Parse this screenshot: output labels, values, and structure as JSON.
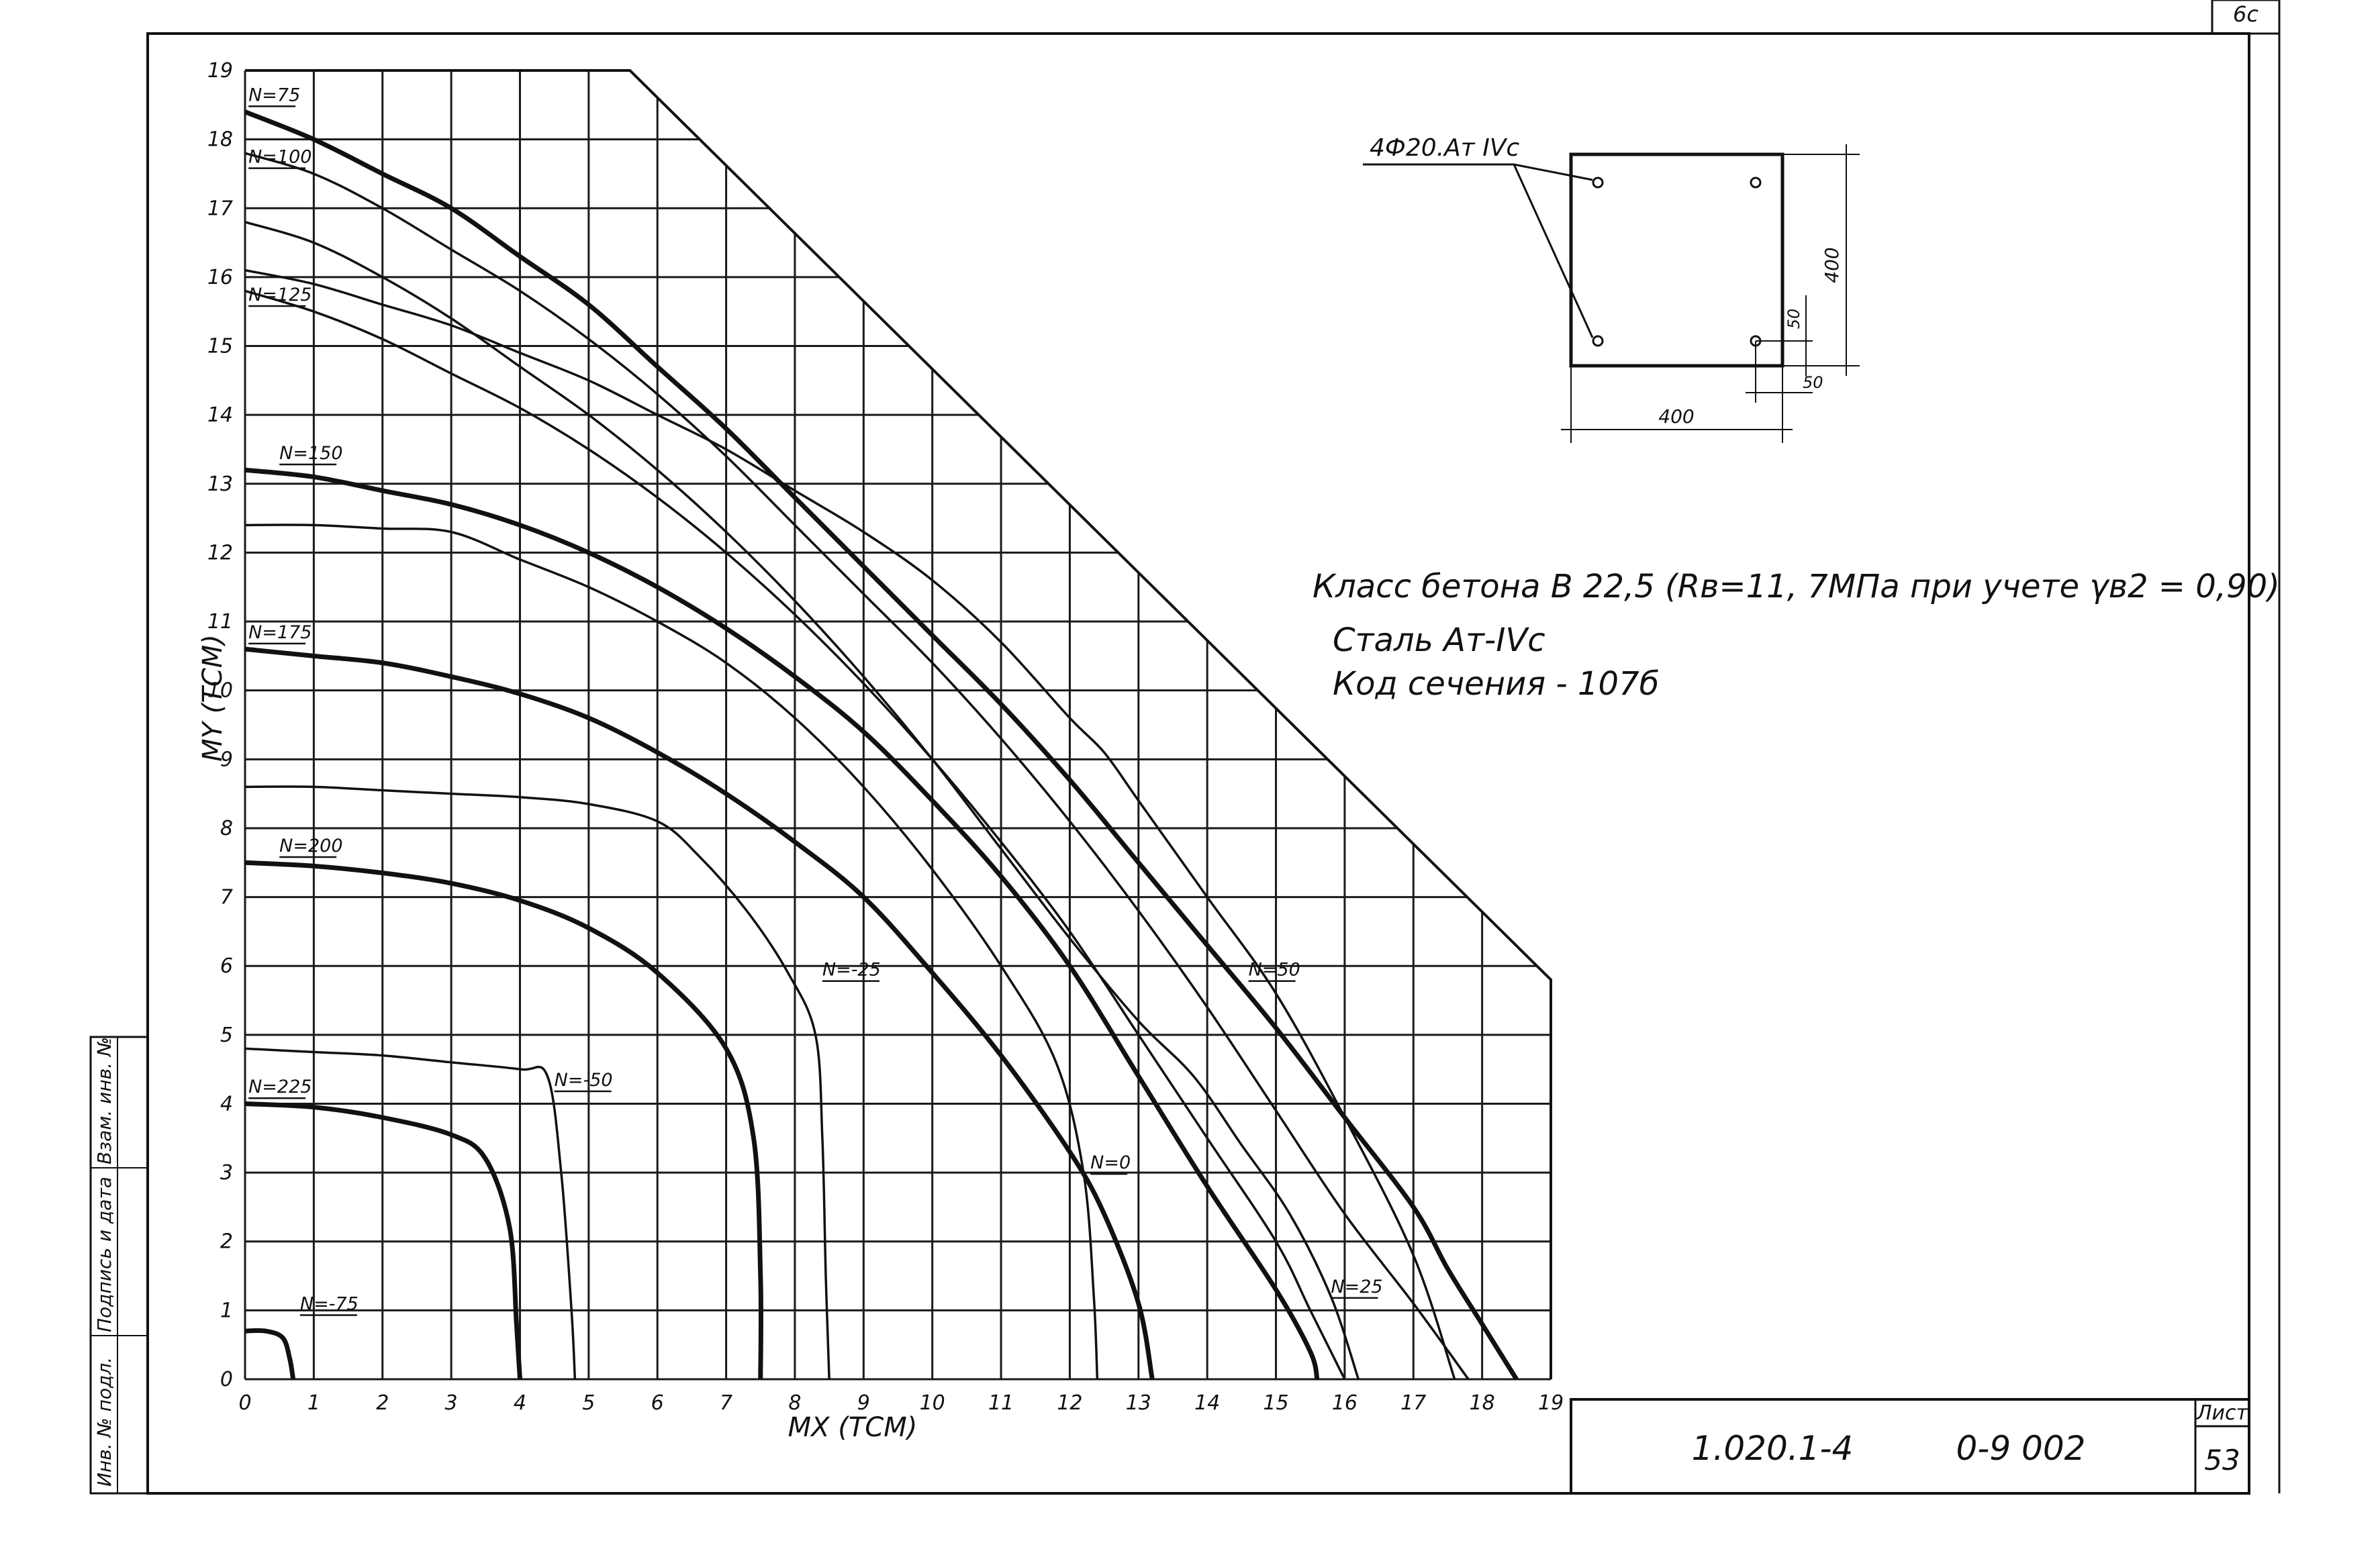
{
  "chart_data": {
    "type": "line",
    "title": "",
    "xlabel": "MX (TCM)",
    "ylabel": "MY (TCM)",
    "xlim": [
      0,
      19
    ],
    "ylim": [
      0,
      19
    ],
    "grid": true,
    "x_ticks": [
      "0",
      "1",
      "2",
      "3",
      "4",
      "5",
      "6",
      "7",
      "8",
      "9",
      "10",
      "11",
      "12",
      "13",
      "14",
      "15",
      "16",
      "17",
      "18",
      "19"
    ],
    "y_ticks": [
      "0",
      "1",
      "2",
      "3",
      "4",
      "5",
      "6",
      "7",
      "8",
      "9",
      "10",
      "11",
      "12",
      "13",
      "14",
      "15",
      "16",
      "17",
      "18",
      "19"
    ],
    "envelope": [
      [
        0,
        19
      ],
      [
        5.6,
        19
      ],
      [
        19,
        5.8
      ],
      [
        19,
        0
      ]
    ],
    "series": [
      {
        "name": "N=75",
        "weight": "thick",
        "points": [
          [
            0,
            18.4
          ],
          [
            1,
            18.0
          ],
          [
            2,
            17.5
          ],
          [
            3,
            17.0
          ],
          [
            4,
            16.3
          ],
          [
            5,
            15.6
          ],
          [
            6,
            14.7
          ],
          [
            7,
            13.8
          ],
          [
            8,
            12.8
          ],
          [
            9,
            11.8
          ],
          [
            10,
            10.8
          ],
          [
            11,
            9.8
          ],
          [
            12,
            8.7
          ],
          [
            13,
            7.5
          ],
          [
            14,
            6.3
          ],
          [
            15,
            5.1
          ],
          [
            16,
            3.8
          ],
          [
            17,
            2.5
          ],
          [
            17.5,
            1.6
          ],
          [
            18,
            0.8
          ],
          [
            18.5,
            0
          ]
        ]
      },
      {
        "name": "N=100",
        "weight": "thin",
        "points": [
          [
            0,
            17.8
          ],
          [
            1,
            17.5
          ],
          [
            2,
            17.0
          ],
          [
            3,
            16.4
          ],
          [
            4,
            15.8
          ],
          [
            5,
            15.1
          ],
          [
            6,
            14.3
          ],
          [
            7,
            13.4
          ],
          [
            8,
            12.4
          ],
          [
            9,
            11.4
          ],
          [
            10,
            10.4
          ],
          [
            11,
            9.3
          ],
          [
            12,
            8.1
          ],
          [
            13,
            6.8
          ],
          [
            14,
            5.4
          ],
          [
            15,
            3.9
          ],
          [
            16,
            2.4
          ],
          [
            17,
            1.1
          ],
          [
            17.8,
            0
          ]
        ]
      },
      {
        "name": "N=125",
        "weight": "thin",
        "points": [
          [
            0,
            15.8
          ],
          [
            1,
            15.5
          ],
          [
            2,
            15.1
          ],
          [
            3,
            14.6
          ],
          [
            4,
            14.1
          ],
          [
            5,
            13.5
          ],
          [
            6,
            12.8
          ],
          [
            7,
            12.0
          ],
          [
            8,
            11.1
          ],
          [
            9,
            10.1
          ],
          [
            10,
            9.0
          ],
          [
            11,
            7.8
          ],
          [
            12,
            6.5
          ],
          [
            13,
            5.0
          ],
          [
            14,
            3.5
          ],
          [
            15,
            2.0
          ],
          [
            15.5,
            1.0
          ],
          [
            16,
            0
          ]
        ]
      },
      {
        "name": "N=150",
        "weight": "thick",
        "points": [
          [
            0,
            13.2
          ],
          [
            1,
            13.1
          ],
          [
            2,
            12.9
          ],
          [
            3,
            12.7
          ],
          [
            4,
            12.4
          ],
          [
            5,
            12.0
          ],
          [
            6,
            11.5
          ],
          [
            7,
            10.9
          ],
          [
            8,
            10.2
          ],
          [
            9,
            9.4
          ],
          [
            10,
            8.4
          ],
          [
            11,
            7.3
          ],
          [
            12,
            6.0
          ],
          [
            13,
            4.4
          ],
          [
            14,
            2.8
          ],
          [
            15,
            1.3
          ],
          [
            15.5,
            0.4
          ],
          [
            15.6,
            0
          ]
        ]
      },
      {
        "name": "N=175",
        "weight": "thick",
        "points": [
          [
            0,
            10.6
          ],
          [
            1,
            10.5
          ],
          [
            2,
            10.4
          ],
          [
            3,
            10.2
          ],
          [
            4,
            9.95
          ],
          [
            5,
            9.6
          ],
          [
            6,
            9.1
          ],
          [
            7,
            8.5
          ],
          [
            8,
            7.8
          ],
          [
            9,
            7.0
          ],
          [
            10,
            5.9
          ],
          [
            11,
            4.7
          ],
          [
            12,
            3.3
          ],
          [
            12.5,
            2.4
          ],
          [
            13,
            1.1
          ],
          [
            13.2,
            0
          ]
        ]
      },
      {
        "name": "N=200",
        "weight": "thick",
        "points": [
          [
            0,
            7.5
          ],
          [
            1,
            7.45
          ],
          [
            2,
            7.35
          ],
          [
            3,
            7.2
          ],
          [
            4,
            6.95
          ],
          [
            5,
            6.55
          ],
          [
            6,
            5.9
          ],
          [
            7,
            4.8
          ],
          [
            7.4,
            3.5
          ],
          [
            7.5,
            1.5
          ],
          [
            7.5,
            0
          ]
        ]
      },
      {
        "name": "N=225",
        "weight": "thick",
        "points": [
          [
            0,
            4.0
          ],
          [
            1,
            3.95
          ],
          [
            2,
            3.8
          ],
          [
            3,
            3.55
          ],
          [
            3.5,
            3.2
          ],
          [
            3.85,
            2.2
          ],
          [
            3.95,
            0.8
          ],
          [
            4.0,
            0
          ]
        ]
      },
      {
        "name": "N=-75",
        "weight": "thick",
        "points": [
          [
            0,
            0.7
          ],
          [
            0.3,
            0.7
          ],
          [
            0.55,
            0.6
          ],
          [
            0.65,
            0.3
          ],
          [
            0.7,
            0
          ]
        ]
      },
      {
        "name": "N=-50",
        "weight": "thin",
        "points": [
          [
            0,
            4.8
          ],
          [
            1,
            4.75
          ],
          [
            2,
            4.7
          ],
          [
            3,
            4.6
          ],
          [
            4,
            4.5
          ],
          [
            4.4,
            4.4
          ],
          [
            4.6,
            3.0
          ],
          [
            4.75,
            1.0
          ],
          [
            4.8,
            0
          ]
        ]
      },
      {
        "name": "N=-25",
        "weight": "thin",
        "points": [
          [
            0,
            8.6
          ],
          [
            1,
            8.6
          ],
          [
            2,
            8.55
          ],
          [
            3,
            8.5
          ],
          [
            4,
            8.45
          ],
          [
            5,
            8.35
          ],
          [
            6,
            8.1
          ],
          [
            6.6,
            7.6
          ],
          [
            7.3,
            6.8
          ],
          [
            7.9,
            5.9
          ],
          [
            8.3,
            5.0
          ],
          [
            8.4,
            3.5
          ],
          [
            8.45,
            1.5
          ],
          [
            8.5,
            0
          ]
        ]
      },
      {
        "name": "N=0",
        "weight": "thin",
        "points": [
          [
            0,
            12.4
          ],
          [
            1,
            12.4
          ],
          [
            2,
            12.35
          ],
          [
            3,
            12.3
          ],
          [
            4,
            11.9
          ],
          [
            5,
            11.5
          ],
          [
            6,
            11.0
          ],
          [
            7,
            10.4
          ],
          [
            8,
            9.6
          ],
          [
            9,
            8.6
          ],
          [
            10,
            7.4
          ],
          [
            11,
            6.0
          ],
          [
            11.8,
            4.6
          ],
          [
            12.2,
            3.0
          ],
          [
            12.35,
            1.2
          ],
          [
            12.4,
            0
          ]
        ]
      },
      {
        "name": "N=25",
        "weight": "thin",
        "points": [
          [
            0,
            16.8
          ],
          [
            1,
            16.5
          ],
          [
            2,
            16.0
          ],
          [
            3,
            15.4
          ],
          [
            4,
            14.7
          ],
          [
            5,
            14.0
          ],
          [
            6,
            13.2
          ],
          [
            7,
            12.3
          ],
          [
            8,
            11.3
          ],
          [
            9,
            10.2
          ],
          [
            10,
            9.0
          ],
          [
            11,
            7.7
          ],
          [
            12,
            6.4
          ],
          [
            13,
            5.2
          ],
          [
            13.8,
            4.4
          ],
          [
            14.5,
            3.4
          ],
          [
            15.2,
            2.4
          ],
          [
            15.8,
            1.2
          ],
          [
            16.2,
            0
          ]
        ]
      },
      {
        "name": "N=50",
        "weight": "thin",
        "points": [
          [
            0,
            16.1
          ],
          [
            1,
            15.9
          ],
          [
            2,
            15.6
          ],
          [
            3,
            15.3
          ],
          [
            4,
            14.9
          ],
          [
            5,
            14.5
          ],
          [
            6,
            14.0
          ],
          [
            7,
            13.5
          ],
          [
            8,
            12.9
          ],
          [
            9,
            12.3
          ],
          [
            10,
            11.6
          ],
          [
            11,
            10.7
          ],
          [
            12,
            9.6
          ],
          [
            12.5,
            9.1
          ],
          [
            13,
            8.4
          ],
          [
            14,
            7.0
          ],
          [
            15,
            5.6
          ],
          [
            16,
            3.8
          ],
          [
            17,
            1.8
          ],
          [
            17.6,
            0
          ]
        ]
      }
    ],
    "curve_labels": [
      {
        "text": "N=75",
        "x": 0.05,
        "y": 18.5
      },
      {
        "text": "N=100",
        "x": 0.05,
        "y": 17.6
      },
      {
        "text": "N=125",
        "x": 0.05,
        "y": 15.6
      },
      {
        "text": "N=150",
        "x": 0.5,
        "y": 13.3
      },
      {
        "text": "N=175",
        "x": 0.05,
        "y": 10.7
      },
      {
        "text": "N=200",
        "x": 0.5,
        "y": 7.6
      },
      {
        "text": "N=225",
        "x": 0.05,
        "y": 4.1
      },
      {
        "text": "N=-75",
        "x": 0.8,
        "y": 0.95
      },
      {
        "text": "N=-50",
        "x": 4.5,
        "y": 4.2
      },
      {
        "text": "N=-25",
        "x": 8.4,
        "y": 5.8
      },
      {
        "text": "N=0",
        "x": 12.3,
        "y": 3.0
      },
      {
        "text": "N=25",
        "x": 15.8,
        "y": 1.2
      },
      {
        "text": "N=50",
        "x": 14.6,
        "y": 5.8
      }
    ]
  },
  "section": {
    "rebar_label": "4Ф20.Ат IVc",
    "width_label": "400",
    "height_label": "400",
    "cover_label_1": "50",
    "cover_label_2": "50"
  },
  "notes": {
    "concrete": "Класс бетона В 22,5 (Rв=11, 7МПа при учете γв2 = 0,90)",
    "steel": "Сталь Ат-IVc",
    "section_code": "Код сечения - 107б"
  },
  "title_block": {
    "document_code": "1.020.1-4",
    "drawing_code": "0-9 002",
    "sheet_label": "Лист",
    "sheet_number": "53",
    "corner_mark": "6c"
  },
  "side_stamp": {
    "inv_label": "Инв. № подл.",
    "sign_label": "Подпись и дата",
    "replace_label": "Взам. инв. №"
  }
}
